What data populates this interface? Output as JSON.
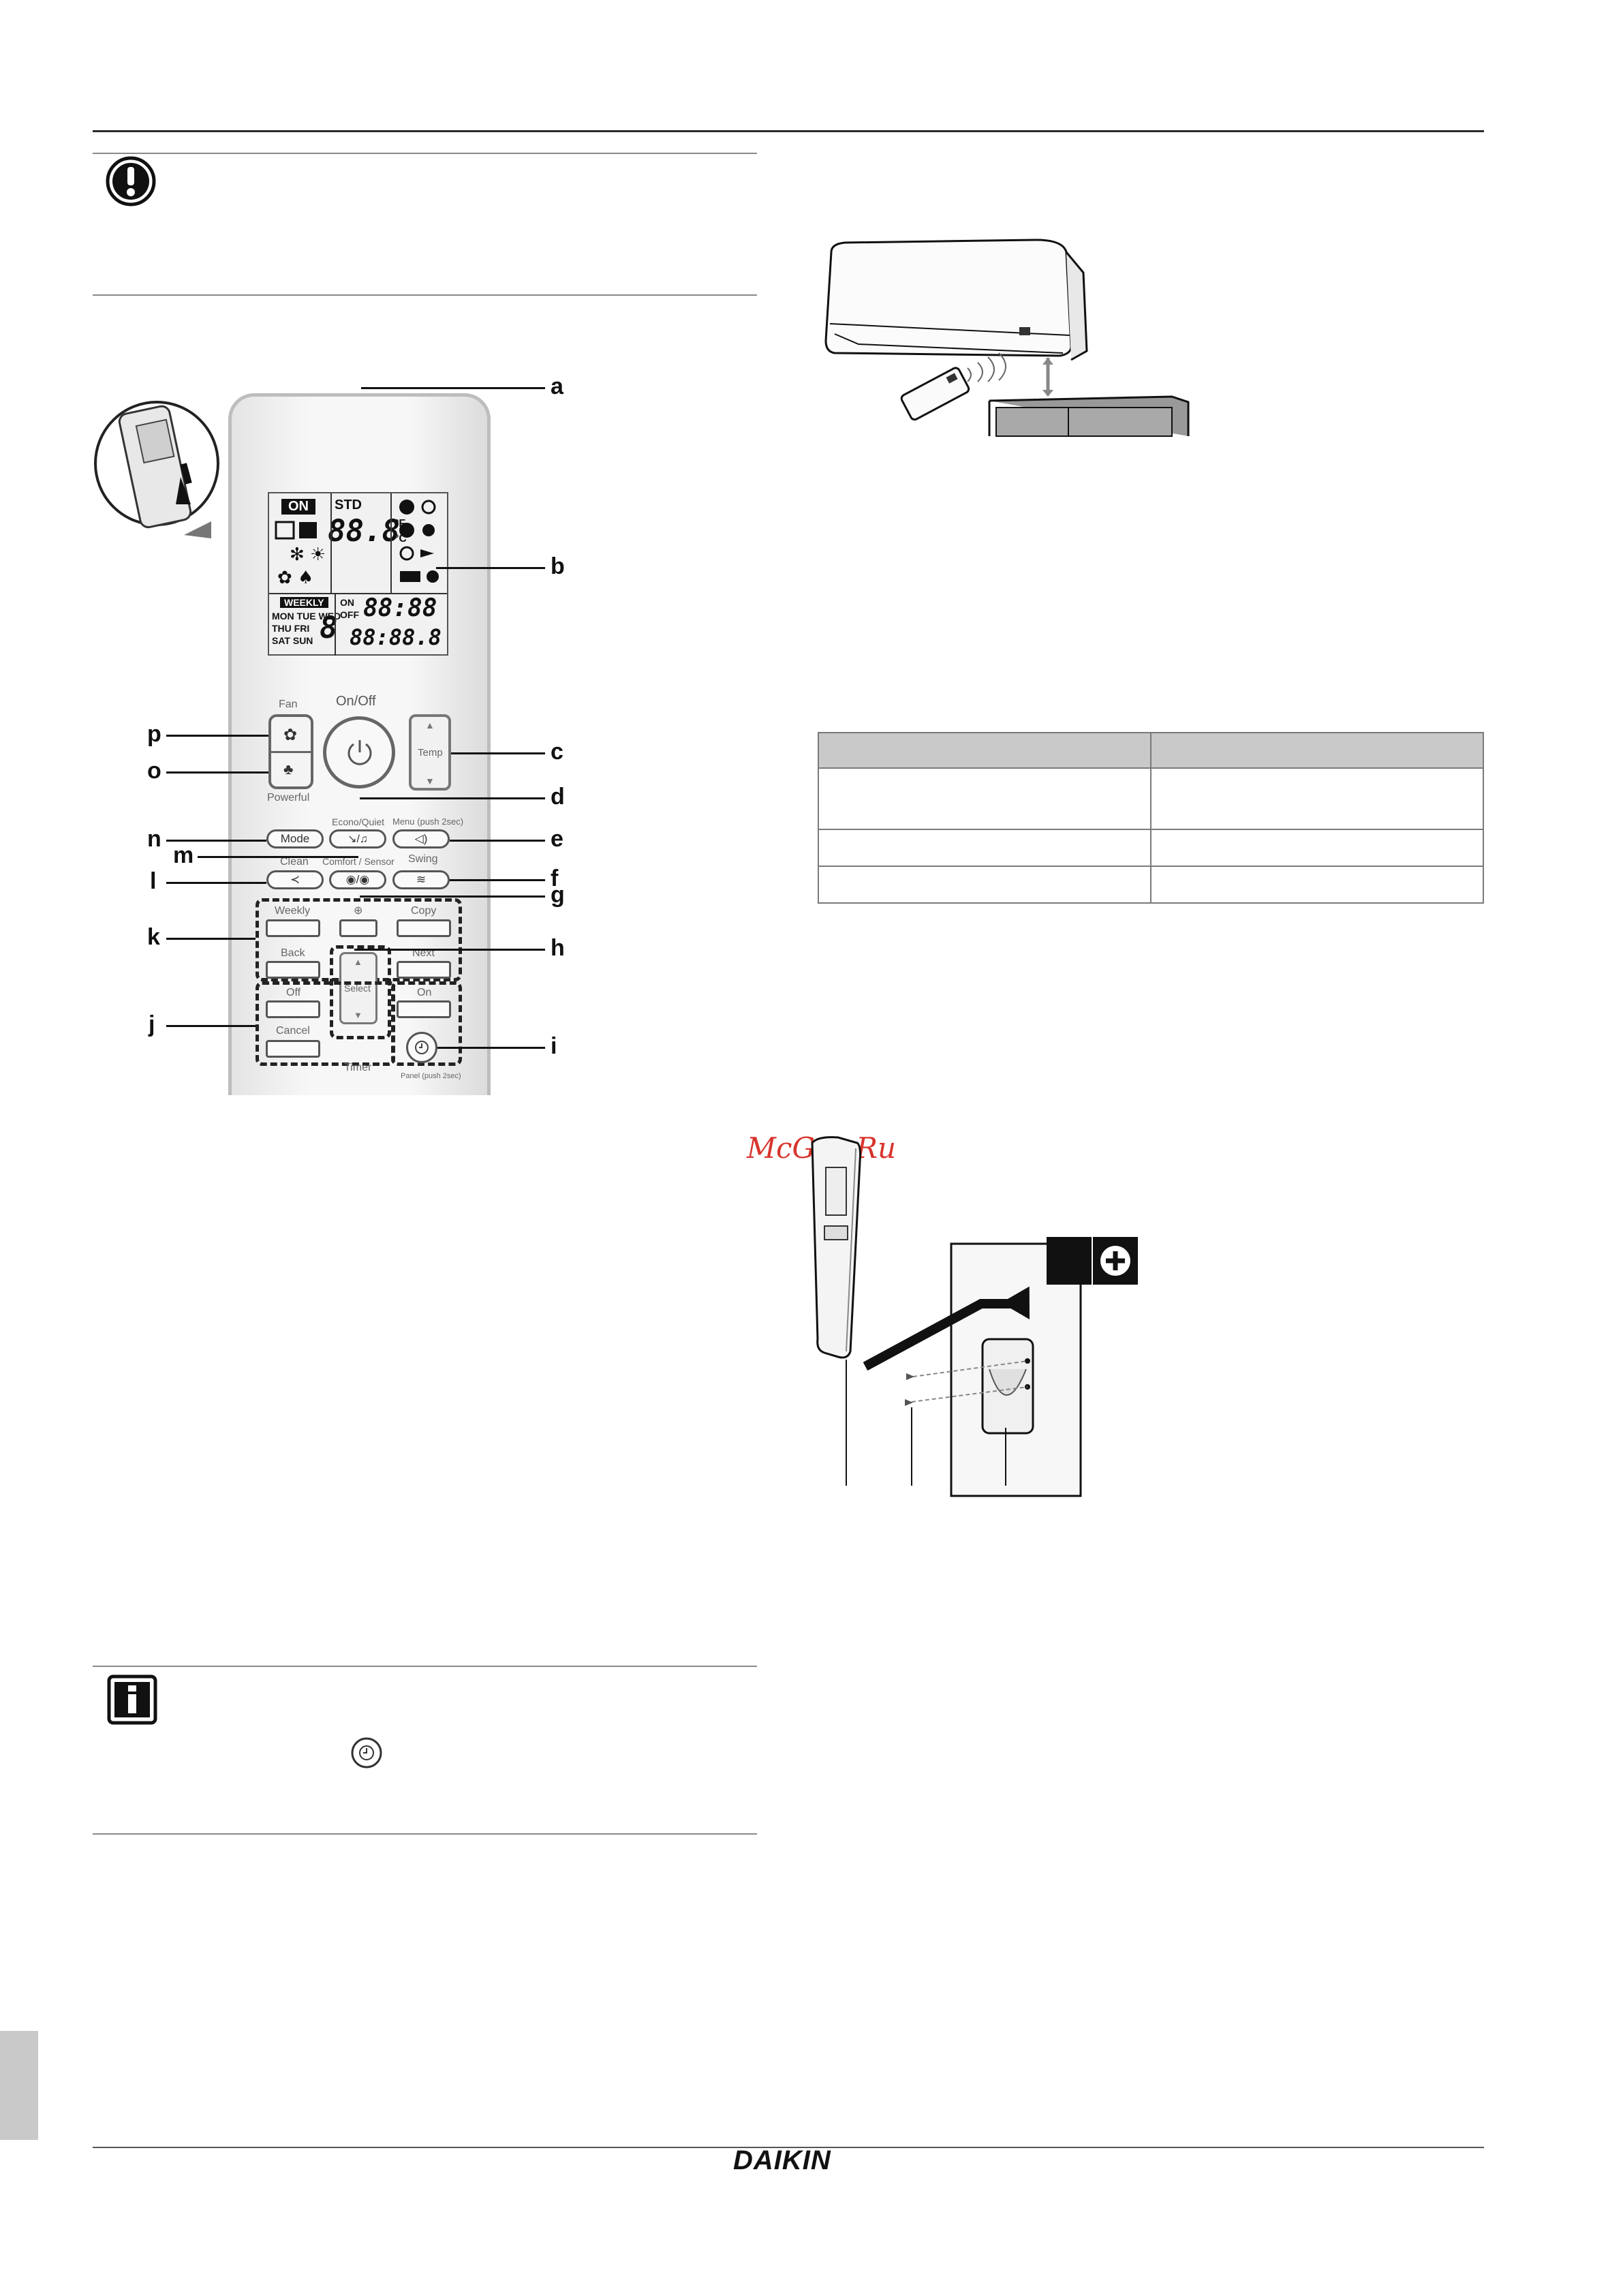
{
  "labels": {
    "a": "a",
    "b": "b",
    "c": "c",
    "d": "d",
    "e": "e",
    "f": "f",
    "g": "g",
    "h": "h",
    "i": "i",
    "j": "j",
    "k": "k",
    "l": "l",
    "m": "m",
    "n": "n",
    "o": "o",
    "p": "p"
  },
  "lcd": {
    "on": "ON",
    "std": "STD",
    "temp_big": "88.8",
    "deg_f": "°F",
    "deg_c": "°C",
    "weekly": "WEEKLY",
    "days_row1": "MON TUE WED",
    "days_row2": "THU FRI",
    "days_row3": "SAT SUN",
    "day_digit": "8",
    "on_label": "ON",
    "off_label": "OFF",
    "time1": "88:88",
    "time2": "88:88.8",
    "unit_f": "F",
    "unit_c": "C"
  },
  "buttons": {
    "fan": "Fan",
    "powerful": "Powerful",
    "on_off": "On/Off",
    "temp": "Temp",
    "mode": "Mode",
    "econo_quiet": "Econo/Quiet",
    "menu": "Menu (push 2sec)",
    "clean": "Clean",
    "comfort_sensor": "Comfort / Sensor",
    "swing": "Swing",
    "weekly": "Weekly",
    "copy": "Copy",
    "back": "Back",
    "next": "Next",
    "select": "Select",
    "off": "Off",
    "on": "On",
    "cancel": "Cancel",
    "timer": "Timer",
    "panel": "Panel (push 2sec)"
  },
  "watermark": "McGrp.Ru",
  "brand": "DAIKIN",
  "colors": {
    "watermark": "#d8342c",
    "table_header": "#c9c9c9",
    "side_tab": "#c9c9c9"
  },
  "icons": [
    "warning-icon",
    "info-icon",
    "timer-icon",
    "plus-screw-icon"
  ]
}
